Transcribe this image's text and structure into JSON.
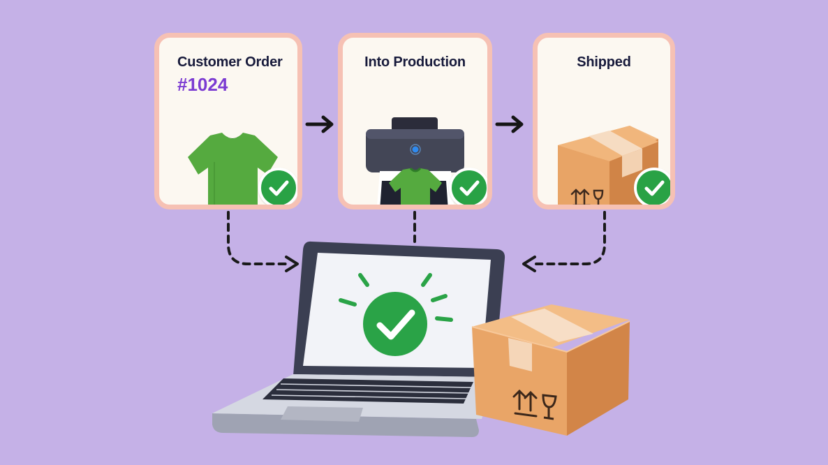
{
  "steps": [
    {
      "title": "Customer Order",
      "order_number": "#1024",
      "icon": "t-shirt-icon",
      "status": "check-icon"
    },
    {
      "title": "Into Production",
      "icon": "printer-icon",
      "status": "check-icon"
    },
    {
      "title": "Shipped",
      "icon": "box-icon",
      "status": "check-icon"
    }
  ],
  "colors": {
    "background": "#c5b1e7",
    "card_border": "#f6c1b4",
    "card_fill": "#fcf8f1",
    "check_green": "#29a245",
    "shirt_green": "#52a83d",
    "order_purple": "#7b3bd2",
    "box_orange": "#e6a165"
  },
  "footer_icons": [
    "laptop-icon",
    "success-check-icon",
    "box-icon"
  ]
}
